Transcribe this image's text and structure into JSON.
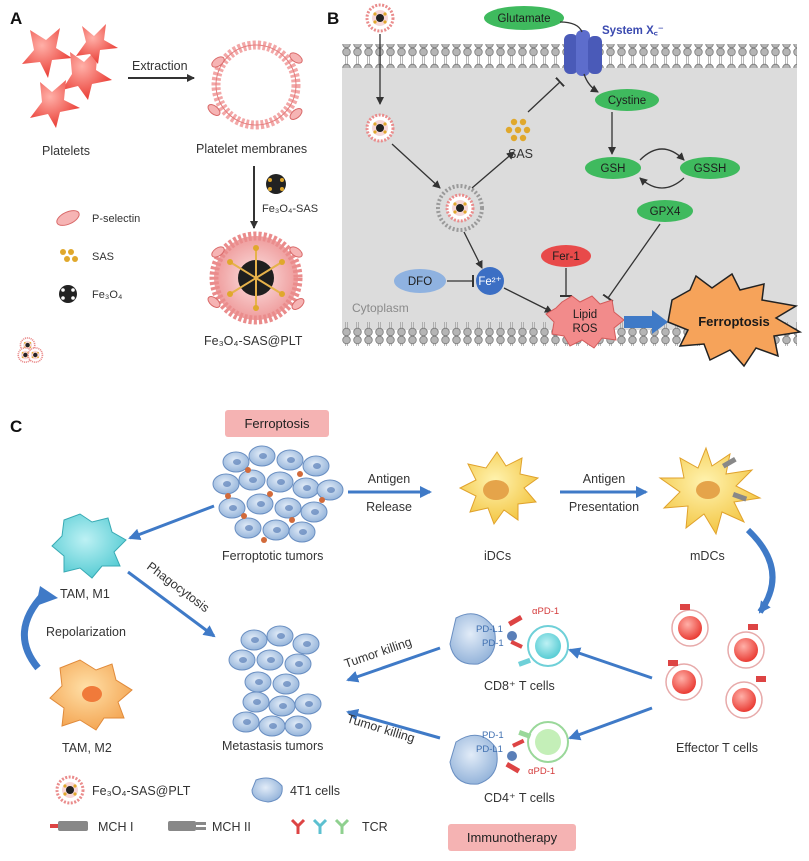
{
  "panels": {
    "a": "A",
    "b": "B",
    "c": "C"
  },
  "panel_a": {
    "platelets": "Platelets",
    "extraction": "Extraction",
    "platelet_membranes": "Platelet membranes",
    "fe3o4_sas": "Fe₃O₄-SAS",
    "product": "Fe₃O₄-SAS@PLT",
    "legend": {
      "p_selectin": "P-selectin",
      "sas": "SAS",
      "fe3o4": "Fe₃O₄"
    }
  },
  "panel_b": {
    "glutamate": "Glutamate",
    "system_xc": "System X꜀⁻",
    "cystine": "Cystine",
    "sas": "SAS",
    "gsh": "GSH",
    "gssh": "GSSH",
    "gpx4": "GPX4",
    "fer1": "Fer-1",
    "dfo": "DFO",
    "fe2": "Fe²⁺",
    "cytoplasm": "Cytoplasm",
    "lipid": "Lipid",
    "ros": "ROS",
    "ferroptosis": "Ferroptosis"
  },
  "panel_c": {
    "ferroptosis_tag": "Ferroptosis",
    "immunotherapy_tag": "Immunotherapy",
    "antigen_1": "Antigen",
    "release": "Release",
    "antigen_2": "Antigen",
    "presentation": "Presentation",
    "ferroptotic_tumors": "Ferroptotic tumors",
    "idcs": "iDCs",
    "mdcs": "mDCs",
    "tam_m1": "TAM, M1",
    "tam_m2": "TAM, M2",
    "repolarization": "Repolarization",
    "phagocytosis": "Phagocytosis",
    "metastasis_tumors": "Metastasis tumors",
    "tumor_killing_1": "Tumor killing",
    "tumor_killing_2": "Tumor killing",
    "cd8": "CD8⁺ T cells",
    "cd4": "CD4⁺ T cells",
    "effector": "Effector T cells",
    "apd1_a": "αPD-1",
    "apd1_b": "αPD-1",
    "pdl1_a": "PD-L1",
    "pdl1_b": "PD-L1",
    "pd1_a": "PD-1",
    "pd1_b": "PD-1",
    "legend": {
      "nanoparticle": "Fe₃O₄-SAS@PLT",
      "cells_4t1": "4T1 cells",
      "mch1": "MCH I",
      "mch2": "MCH II",
      "tcr": "TCR"
    }
  },
  "colors": {
    "platelet_red": "#f0504a",
    "membrane_pink": "#f2a7a7",
    "cytoplasm_gray": "#dcdcdc",
    "green": "#3fba5e",
    "dfo_blue": "#8fb2e0",
    "fer1_red": "#e84a4a",
    "ferroptosis_orange": "#f6a35a",
    "arrow_blue": "#3f7ac7",
    "tag_pink": "#f5b3b3"
  }
}
